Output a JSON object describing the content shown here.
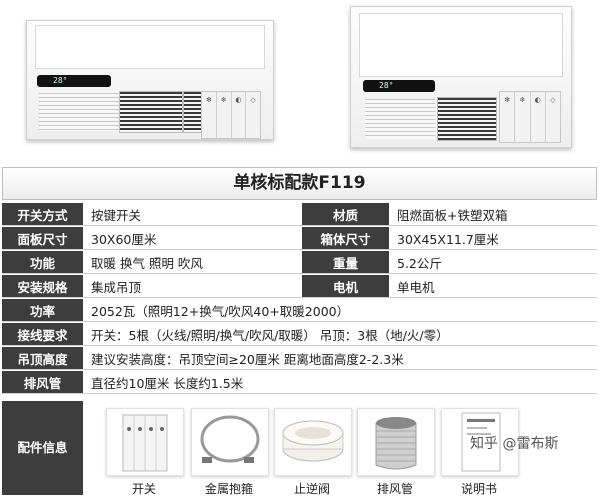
{
  "product_left": {
    "display": "28°"
  },
  "product_right": {
    "display": "28°"
  },
  "title": "单核标配款F119",
  "specs": [
    {
      "k1": "开关方式",
      "v1": "按键开关",
      "k2": "材质",
      "v2": "阻燃面板+铁塑双箱"
    },
    {
      "k1": "面板尺寸",
      "v1": "30X60厘米",
      "k2": "箱体尺寸",
      "v2": "30X45X11.7厘米"
    },
    {
      "k1": "功能",
      "v1": "取暖 换气 照明 吹风",
      "k2": "重量",
      "v2": "5.2公斤"
    },
    {
      "k1": "安装规格",
      "v1": "集成吊顶",
      "k2": "电机",
      "v2": "单电机"
    }
  ],
  "specs_wide": [
    {
      "k": "功率",
      "v": "2052瓦（照明12+换气/吹风40+取暖2000）"
    },
    {
      "k": "接线要求",
      "v": "开关：5根（火线/照明/换气/吹风/取暖）   吊顶：3根（地/火/零）"
    },
    {
      "k": "吊顶高度",
      "v": "建议安装高度：吊顶空间≥20厘米 距离地面高度2-2.3米"
    },
    {
      "k": "排风管",
      "v": "直径约10厘米  长度约1.5米"
    }
  ],
  "accessories": {
    "label": "配件信息",
    "items": [
      "开关",
      "金属抱箍",
      "止逆阀",
      "排风管",
      "说明书"
    ]
  },
  "watermark": "知乎 @雷布斯"
}
